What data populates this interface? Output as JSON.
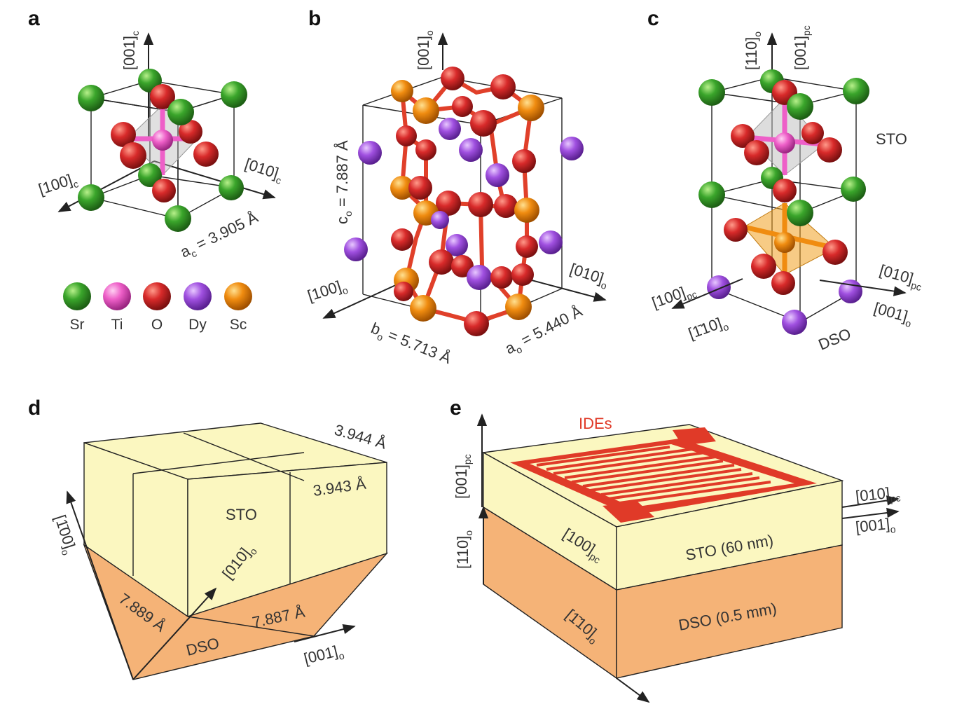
{
  "panels": {
    "a": {
      "label": "a",
      "axis_up": "[001]",
      "axis_up_sub": "c",
      "axis_left": "[100]",
      "axis_left_sub": "c",
      "axis_right": "[010]",
      "axis_right_sub": "c",
      "lattice_prefix": "a",
      "lattice_sub": "c",
      "lattice_value": " = 3.905 Å"
    },
    "b": {
      "label": "b",
      "axis_up": "[001]",
      "axis_up_sub": "o",
      "axis_left": "[100]",
      "axis_left_sub": "o",
      "axis_right": "[010]",
      "axis_right_sub": "o",
      "c_prefix": "c",
      "c_sub": "o",
      "c_value": " = 7.887 Å",
      "b_prefix": "b",
      "b_sub": "o",
      "b_value": " = 5.713 Å",
      "a_prefix": "a",
      "a_sub": "o",
      "a_value": " = 5.440 Å"
    },
    "c": {
      "label": "c",
      "axis_up1": "[110]",
      "axis_up1_sub": "o",
      "axis_up2": "[001]",
      "axis_up2_sub": "pc",
      "axis_left": "[100]",
      "axis_left_sub": "pc",
      "axis_left2": "[1̄10]",
      "axis_left2_sub": "o",
      "axis_right": "[010]",
      "axis_right_sub": "pc",
      "axis_right2": "[001]",
      "axis_right2_sub": "o",
      "sto_label": "STO",
      "dso_label": "DSO"
    },
    "d": {
      "label": "d",
      "top_len": "3.944 Å",
      "side_len": "3.943 Å",
      "sto_label": "STO",
      "dso_label": "DSO",
      "axis_up": "[1̄00]",
      "axis_up_sub": "o",
      "axis_mid": "[010]",
      "axis_mid_sub": "o",
      "axis_right": "[001]",
      "axis_right_sub": "o",
      "left_len": "7.889 Å",
      "right_len": "7.887 Å"
    },
    "e": {
      "label": "e",
      "ides_label": "IDEs",
      "axis_up1": "[001]",
      "axis_up1_sub": "pc",
      "axis_up2": "[110]",
      "axis_up2_sub": "o",
      "axis_right1": "[010]",
      "axis_right1_sub": "pc",
      "axis_right2": "[001]",
      "axis_right2_sub": "o",
      "axis_mid": "[100]",
      "axis_mid_sub": "pc",
      "axis_low": "[1̄10]",
      "axis_low_sub": "o",
      "sto_layer": "STO (60 nm)",
      "dso_layer": "DSO (0.5 mm)"
    }
  },
  "legend": [
    {
      "name": "Sr",
      "color": "#3aa52b"
    },
    {
      "name": "Ti",
      "color": "#ee5fc8"
    },
    {
      "name": "O",
      "color": "#d82a2a"
    },
    {
      "name": "Dy",
      "color": "#a050e0"
    },
    {
      "name": "Sc",
      "color": "#f08c10"
    }
  ],
  "colors": {
    "sto_face": "#fbf7c0",
    "dso_face": "#f5b377",
    "electrode": "#e03a28"
  }
}
